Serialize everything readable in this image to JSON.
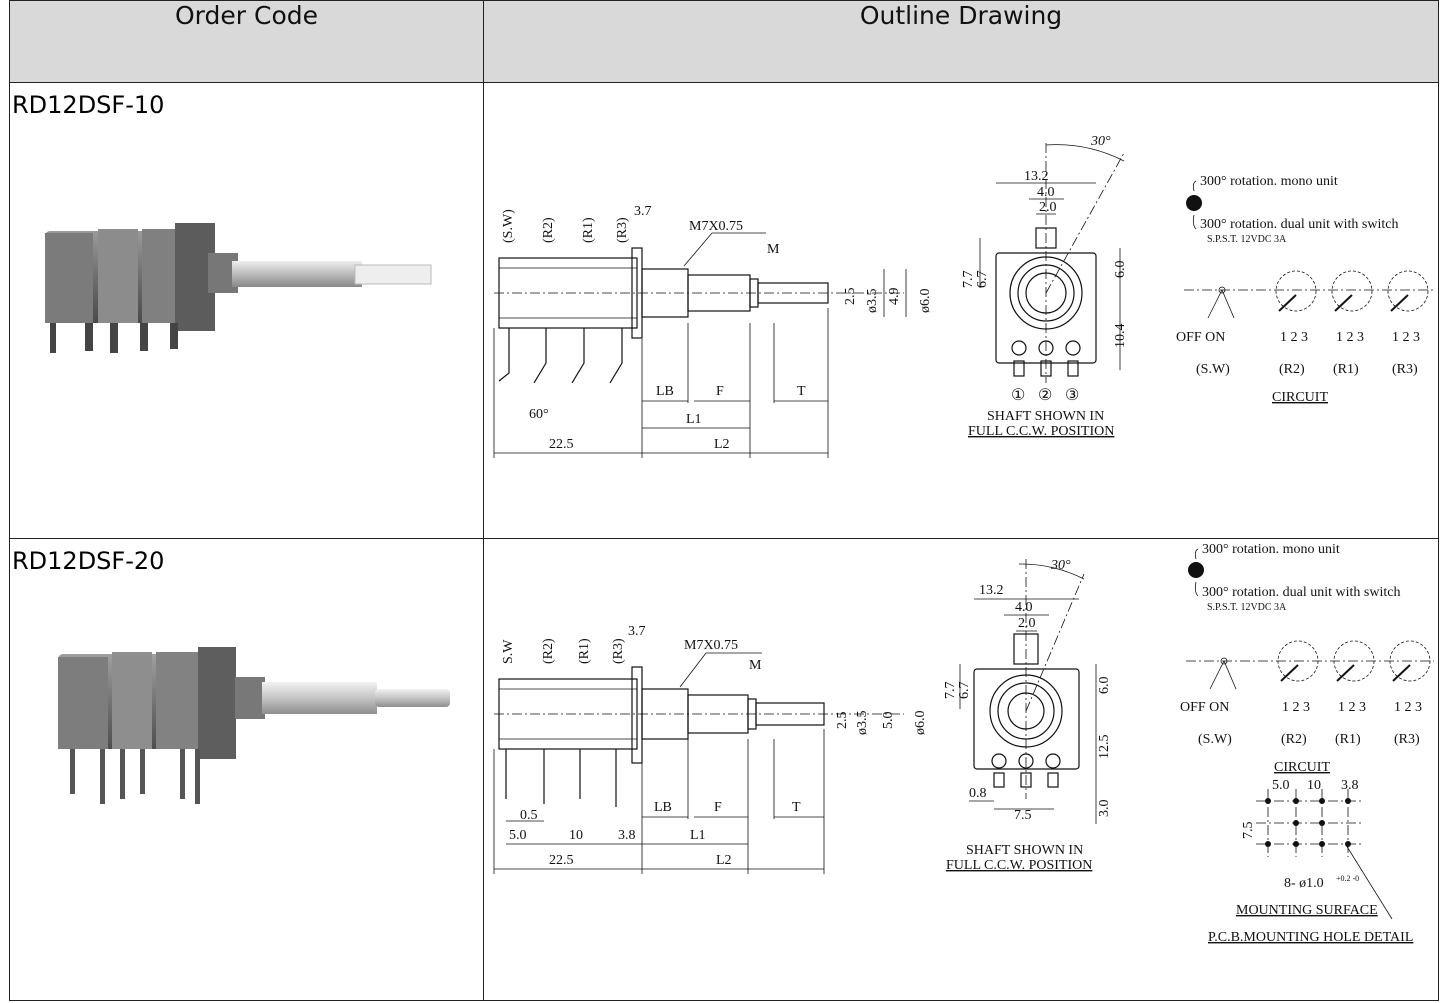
{
  "table": {
    "headers": [
      "Order Code",
      "Outline Drawing"
    ]
  },
  "rows": [
    {
      "code": "RD12DSF-10",
      "labels": {
        "sw": "(S.W)",
        "r2": "(R2)",
        "r1": "(R1)",
        "r3": "(R3)",
        "d37": "3.7",
        "thread": "M7X0.75",
        "m": "M",
        "d25": "2.5",
        "d35": "ø3.5",
        "d49": "4.9",
        "d60": "ø6.0",
        "lb": "LB",
        "f": "F",
        "t": "T",
        "l1": "L1",
        "l2": "L2",
        "d225": "22.5",
        "a60": "60°",
        "w132": "13.2",
        "w40": "4.0",
        "w20": "2.0",
        "h77": "7.7",
        "h67": "6.7",
        "h60": "6.0",
        "h104": "10.4",
        "a30": "30°",
        "p1": "①",
        "p2": "②",
        "p3": "③",
        "shaft1": "SHAFT SHOWN IN",
        "shaft2": "FULL C.C.W. POSITION",
        "mono": "300° rotation. mono unit",
        "dual": "300° rotation. dual unit with switch",
        "spst": "S.P.S.T. 12VDC 3A",
        "offon": "OFF  ON",
        "n123a": "1 2 3",
        "n123b": "1 2 3",
        "n123c": "1 2 3",
        "csw": "(S.W)",
        "cr2": "(R2)",
        "cr1": "(R1)",
        "cr3": "(R3)",
        "circuit": "CIRCUIT"
      }
    },
    {
      "code": "RD12DSF-20",
      "labels": {
        "sw": "S.W",
        "r2": "(R2)",
        "r1": "(R1)",
        "r3": "(R3)",
        "d37": "3.7",
        "thread": "M7X0.75",
        "m": "M",
        "d25": "2.5",
        "d35": "ø3.5",
        "d50": "5.0",
        "d60": "ø6.0",
        "lb": "LB",
        "f": "F",
        "t": "T",
        "l1": "L1",
        "l2": "L2",
        "d225": "22.5",
        "d05": "0.5",
        "d5": "5.0",
        "d10": "10",
        "d38": "3.8",
        "w132": "13.2",
        "w40": "4.0",
        "w20": "2.0",
        "h77": "7.7",
        "h67": "6.7",
        "h60": "6.0",
        "h125": "12.5",
        "h30": "3.0",
        "d08": "0.8",
        "d75": "7.5",
        "a30": "30°",
        "shaft1": "SHAFT SHOWN IN",
        "shaft2": "FULL C.C.W. POSITION",
        "mono": "300° rotation. mono unit",
        "dual": "300° rotation. dual unit with switch",
        "spst": "S.P.S.T. 12VDC 3A",
        "offon": "OFF  ON",
        "n123a": "1 2 3",
        "n123b": "1 2 3",
        "n123c": "1 2 3",
        "csw": "(S.W)",
        "cr2": "(R2)",
        "cr1": "(R1)",
        "cr3": "(R3)",
        "circuit": "CIRCUIT",
        "hx5": "5.0",
        "hx10": "10",
        "hx38": "3.8",
        "hy75": "7.5",
        "holes": "8- ø1.0",
        "tol": "+0.2 -0",
        "mount": "MOUNTING SURFACE",
        "pcb": "P.C.B.MOUNTING HOLE DETAIL"
      }
    }
  ]
}
